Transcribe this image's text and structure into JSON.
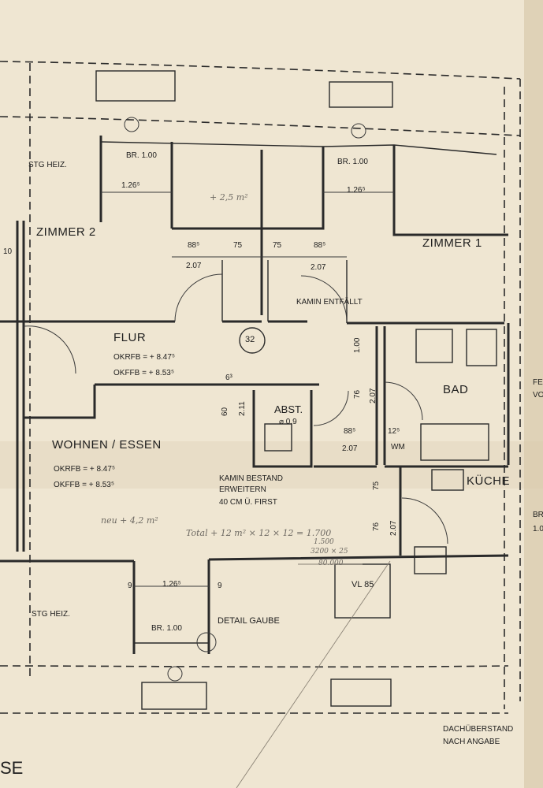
{
  "rooms": {
    "zimmer2": "ZIMMER 2",
    "zimmer1": "ZIMMER 1",
    "flur": "FLUR",
    "wohnen": "WOHNEN / ESSEN",
    "bad": "BAD",
    "kueche": "KÜCHE",
    "abst": "ABST."
  },
  "levels": {
    "flur_okrfb": "OKRFB = + 8.47⁵",
    "flur_okffb": "OKFFB = + 8.53⁵",
    "wohnen_okrfb": "OKRFB = + 8.47⁵",
    "wohnen_okffb": "OKFFB = + 8.53⁵"
  },
  "notes": {
    "stg_heiz_top": "STG HEIZ.",
    "stg_heiz_bottom": "STG HEIZ.",
    "kamin_entfaellt": "KAMIN ENTFÄLLT",
    "kamin_bestand_1": "KAMIN BESTAND",
    "kamin_bestand_2": "ERWEITERN",
    "kamin_bestand_3": "40 CM Ü. FIRST",
    "detail_gaube": "DETAIL GAUBE",
    "dach_1": "DACHÜBERSTAND",
    "dach_2": "NACH ANGABE",
    "wm": "WM",
    "vl": "VL 85",
    "room_number": "32"
  },
  "dimensions": {
    "br100_z2": "BR. 1.00",
    "h1265_z2": "1.26⁵",
    "br100_z1": "BR. 1.00",
    "h1265_z1": "1.26⁵",
    "area_z": "+ 2,5 m²",
    "d885_a": "88⁵",
    "d75_a": "75",
    "d75_b": "75",
    "d885_b": "88⁵",
    "d207_a": "2.07",
    "d207_b": "2.07",
    "d10": "10",
    "d100": "1.00",
    "d76_a": "76",
    "d207_c": "2.07",
    "d885_c": "88⁵",
    "d207_d": "2.07",
    "d125": "12⁵",
    "d60": "60",
    "d211": "2.11",
    "d63": "6³",
    "d09": "⌀ 0,9",
    "d75_c": "75",
    "d76_b": "76",
    "d207_e": "2.07",
    "d9_a": "9",
    "h1265_bottom": "1.26⁵",
    "d9_b": "9",
    "br100_bottom": "BR. 1.00",
    "fe": "FE",
    "vo": "VO",
    "br": "BR",
    "b10": "1.0"
  },
  "handwriting": {
    "neu": "neu + 4,2 m²",
    "total": "Total + 12 m² × 12 × 12 = 1.700",
    "calc1": "1.500",
    "calc2": "3200 × 25",
    "calc3": "80.000"
  },
  "edge_text": {
    "se": "SE"
  },
  "colors": {
    "paper": "#efe6d2",
    "ink": "#2a2a2a",
    "pencil": "#8a8275"
  }
}
